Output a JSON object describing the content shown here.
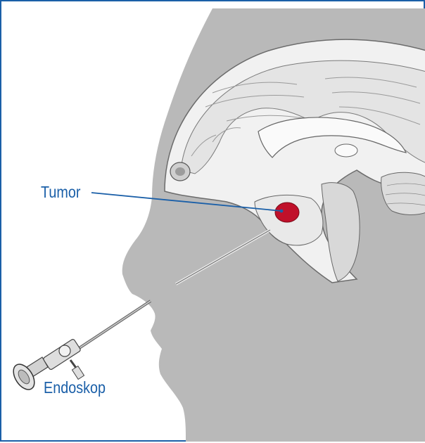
{
  "labels": {
    "tumor": "Tumor",
    "endoscope": "Endoskop"
  },
  "colors": {
    "frame": "#1a5fa8",
    "label_text": "#1a5fa8",
    "head_silhouette": "#b9b9b9",
    "tumor": "#c0102a"
  },
  "icons": {
    "endoscope": "endoscope-icon",
    "brain": "brain-cross-section",
    "head": "head-silhouette"
  }
}
